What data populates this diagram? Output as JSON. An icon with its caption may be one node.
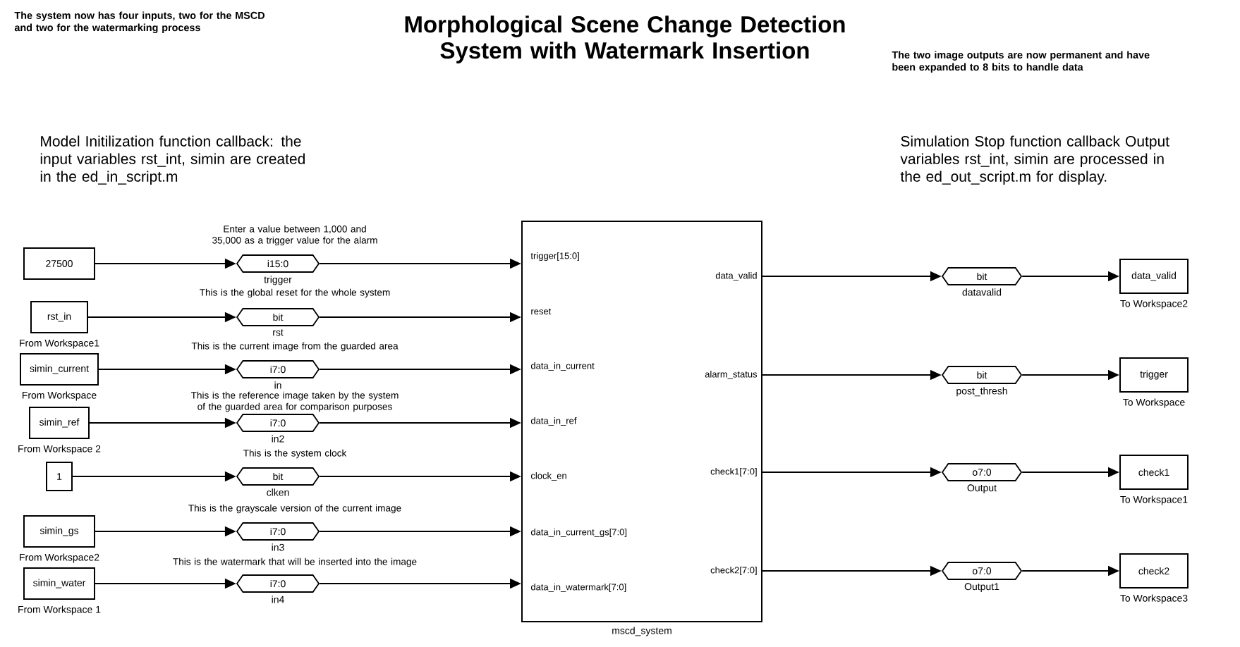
{
  "diagram": {
    "title": "Morphological Scene Change Detection System with Watermark Insertion",
    "nodes": [
      {
        "text": [
          "27500"
        ]
      },
      {
        "text": [
          "rst_in"
        ],
        "beside": [
          "From Workspace1"
        ]
      },
      {
        "text": [
          "simin_current"
        ],
        "beside": [
          "From Workspace"
        ]
      },
      {
        "text": [
          "simin_ref"
        ],
        "beside": [
          "From Workspace 2"
        ]
      },
      {
        "text": [
          "1"
        ]
      },
      {
        "text": [
          "simin_gs"
        ],
        "beside": [
          "From Workspace2"
        ]
      },
      {
        "text": [
          "simin_water"
        ],
        "beside": [
          "From Workspace 1"
        ]
      },
      {
        "text": [
          "i15:0"
        ],
        "beside": [
          "trigger"
        ]
      },
      {
        "text": [
          "bit"
        ],
        "beside": [
          "rst"
        ]
      },
      {
        "text": [
          "i7:0"
        ],
        "beside": [
          "in"
        ]
      },
      {
        "text": [
          "i7:0"
        ],
        "beside": [
          "in2"
        ]
      },
      {
        "text": [
          "bit"
        ],
        "beside": [
          "clken"
        ]
      },
      {
        "text": [
          "i7:0"
        ],
        "beside": [
          "in3"
        ]
      },
      {
        "text": [
          "i7:0"
        ],
        "beside": [
          "in4"
        ]
      },
      {
        "text": [
          "trigger[15:0]",
          "reset",
          "data_in_current",
          "data_in_ref",
          "clock_en",
          "data_in_current_gs[7:0]",
          "data_in_watermark[7:0]",
          "data_valid",
          "alarm_status",
          "check1[7:0]",
          "check2[7:0]"
        ],
        "beside": [
          "mscd_system"
        ]
      },
      {
        "text": [
          "bit"
        ],
        "beside": [
          "datavalid"
        ]
      },
      {
        "text": [
          "bit"
        ],
        "beside": [
          "post_thresh"
        ]
      },
      {
        "text": [
          "o7:0"
        ],
        "beside": [
          "Output"
        ]
      },
      {
        "text": [
          "o7:0"
        ],
        "beside": [
          "Output1"
        ]
      },
      {
        "text": [
          "data_valid"
        ],
        "beside": [
          "To Workspace2"
        ]
      },
      {
        "text": [
          "trigger"
        ],
        "beside": [
          "To Workspace"
        ]
      },
      {
        "text": [
          "check1"
        ],
        "beside": [
          "To Workspace1"
        ]
      },
      {
        "text": [
          "check2"
        ],
        "beside": [
          "To Workspace3"
        ]
      }
    ],
    "edges": [
      {
        "from": 0,
        "to": 7,
        "arrow": "to"
      },
      {
        "from": 1,
        "to": 8,
        "arrow": "to"
      },
      {
        "from": 2,
        "to": 9,
        "arrow": "to"
      },
      {
        "from": 3,
        "to": 10,
        "arrow": "to"
      },
      {
        "from": 4,
        "to": 11,
        "arrow": "to"
      },
      {
        "from": 5,
        "to": 12,
        "arrow": "to"
      },
      {
        "from": 6,
        "to": 13,
        "arrow": "to"
      },
      {
        "from": 7,
        "to": 14,
        "arrow": "to"
      },
      {
        "from": 8,
        "to": 14,
        "arrow": "to"
      },
      {
        "from": 9,
        "to": 14,
        "arrow": "to"
      },
      {
        "from": 10,
        "to": 14,
        "arrow": "to"
      },
      {
        "from": 11,
        "to": 14,
        "arrow": "to"
      },
      {
        "from": 12,
        "to": 14,
        "arrow": "to"
      },
      {
        "from": 13,
        "to": 14,
        "arrow": "to"
      },
      {
        "from": 14,
        "to": 15,
        "arrow": "to"
      },
      {
        "from": 14,
        "to": 16,
        "arrow": "to"
      },
      {
        "from": 14,
        "to": 17,
        "arrow": "to"
      },
      {
        "from": 14,
        "to": 18,
        "arrow": "to"
      },
      {
        "from": 15,
        "to": 19,
        "arrow": "to"
      },
      {
        "from": 16,
        "to": 20,
        "arrow": "to"
      },
      {
        "from": 17,
        "to": 21,
        "arrow": "to"
      },
      {
        "from": 18,
        "to": 22,
        "arrow": "to"
      }
    ],
    "labels": [
      "The system now has four inputs, two for the MSCD and two for the watermarking process",
      "The two image outputs are now permanent and have been expanded to 8 bits to handle data",
      "Model Initilization function callback: the input  variables rst_int, simin are created in the ed_in_script.m",
      "Simulation Stop function callback Output  variables rst_int, simin are processed in the ed_out_script.m for display.",
      "Enter a value between 1,000 and 35,000  as a trigger value for the alarm",
      "This is the global reset for the whole system",
      "This is the current image from the guarded area",
      "This is the reference image taken by the system of the guarded area for comparison purposes",
      "This is the system clock",
      "This is the grayscale version of the current image",
      "This is the watermark that will be inserted into the image"
    ]
  }
}
